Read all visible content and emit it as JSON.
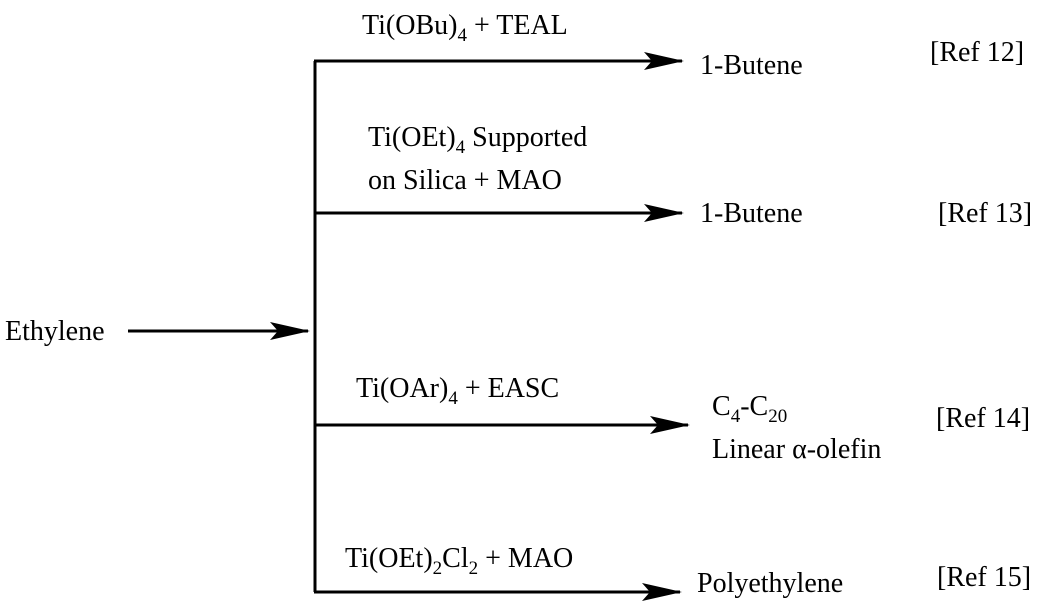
{
  "diagram": {
    "reactant": "Ethylene",
    "branches": [
      {
        "catalyst_parts": [
          {
            "t": "Ti(OBu)"
          },
          {
            "sub": "4"
          },
          {
            "t": " + TEAL"
          }
        ],
        "catalyst_line2": "",
        "product_parts": [
          {
            "t": "1-Butene"
          }
        ],
        "product_line2": "",
        "reference": "[Ref 12]"
      },
      {
        "catalyst_parts": [
          {
            "t": "Ti(OEt)"
          },
          {
            "sub": "4"
          },
          {
            "t": " Supported"
          }
        ],
        "catalyst_line2": "on Silica + MAO",
        "product_parts": [
          {
            "t": "1-Butene"
          }
        ],
        "product_line2": "",
        "reference": "[Ref 13]"
      },
      {
        "catalyst_parts": [
          {
            "t": "Ti(OAr)"
          },
          {
            "sub": "4"
          },
          {
            "t": " + EASC"
          }
        ],
        "catalyst_line2": "",
        "product_parts": [
          {
            "t": "C"
          },
          {
            "sub": "4"
          },
          {
            "t": "-C"
          },
          {
            "sub": "20"
          }
        ],
        "product_line2": "Linear α-olefin",
        "reference": "[Ref 14]"
      },
      {
        "catalyst_parts": [
          {
            "t": "Ti(OEt)"
          },
          {
            "sub": "2"
          },
          {
            "t": "Cl"
          },
          {
            "sub": "2"
          },
          {
            "t": " + MAO"
          }
        ],
        "catalyst_line2": "",
        "product_parts": [
          {
            "t": "Polyethylene"
          }
        ],
        "product_line2": "",
        "reference": "[Ref 15]"
      }
    ]
  }
}
